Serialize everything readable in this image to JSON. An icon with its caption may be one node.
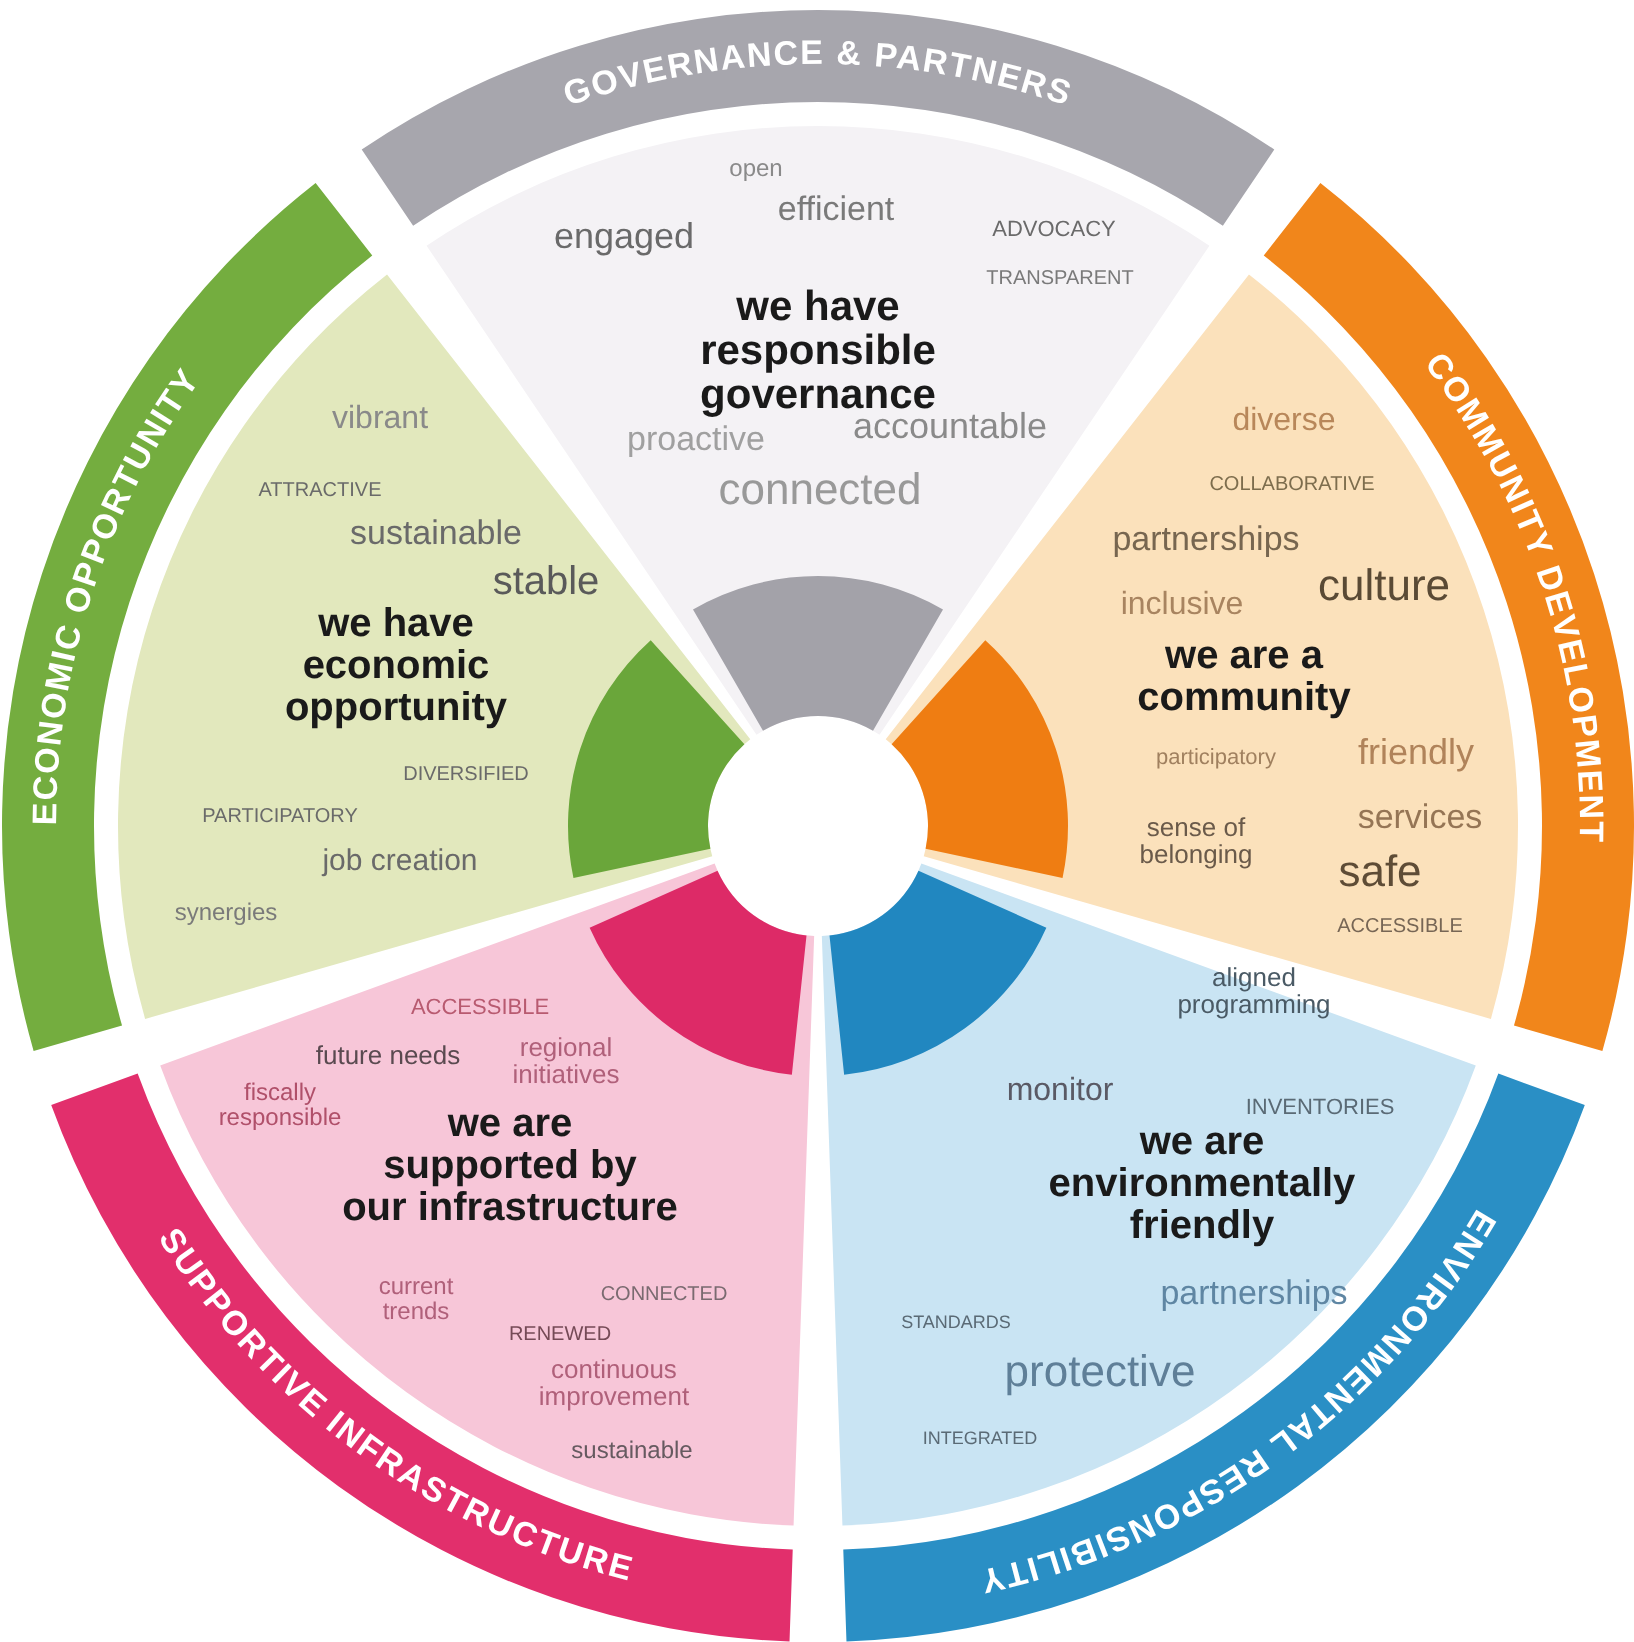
{
  "diagram": {
    "nodes": [
      {
        "text": [
          "GOVERNANCE & PARTNERS"
        ]
      },
      {
        "text": [
          "open",
          "efficient",
          "ADVOCACY",
          "engaged",
          "TRANSPARENT",
          "we have responsible governance",
          "accountable",
          "proactive",
          "connected"
        ]
      },
      {
        "text": [
          "ECONOMIC OPPORTUNITY"
        ]
      },
      {
        "text": [
          "vibrant",
          "ATTRACTIVE",
          "sustainable",
          "stable",
          "we have economic opportunity",
          "DIVERSIFIED",
          "PARTICIPATORY",
          "job creation",
          "synergies"
        ]
      },
      {
        "text": [
          "COMMUNITY DEVELOPMENT"
        ]
      },
      {
        "text": [
          "diverse",
          "COLLABORATIVE",
          "partnerships",
          "culture",
          "inclusive",
          "we are a community",
          "participatory",
          "friendly",
          "services",
          "sense of belonging",
          "safe",
          "ACCESSIBLE"
        ]
      },
      {
        "text": [
          "SUPPORTIVE INFRASTRUCTURE"
        ]
      },
      {
        "text": [
          "ACCESSIBLE",
          "regional initiatives",
          "future needs",
          "fiscally responsible",
          "we are supported by our infrastructure",
          "current trends",
          "CONNECTED",
          "RENEWED",
          "continuous improvement",
          "sustainable"
        ]
      },
      {
        "text": [
          "ENVIRONMENTAL RESPONSIBILITY"
        ]
      },
      {
        "text": [
          "aligned programming",
          "monitor",
          "INVENTORIES",
          "we are environmentally friendly",
          "partnerships",
          "STANDARDS",
          "protective",
          "INTEGRATED"
        ]
      }
    ]
  }
}
